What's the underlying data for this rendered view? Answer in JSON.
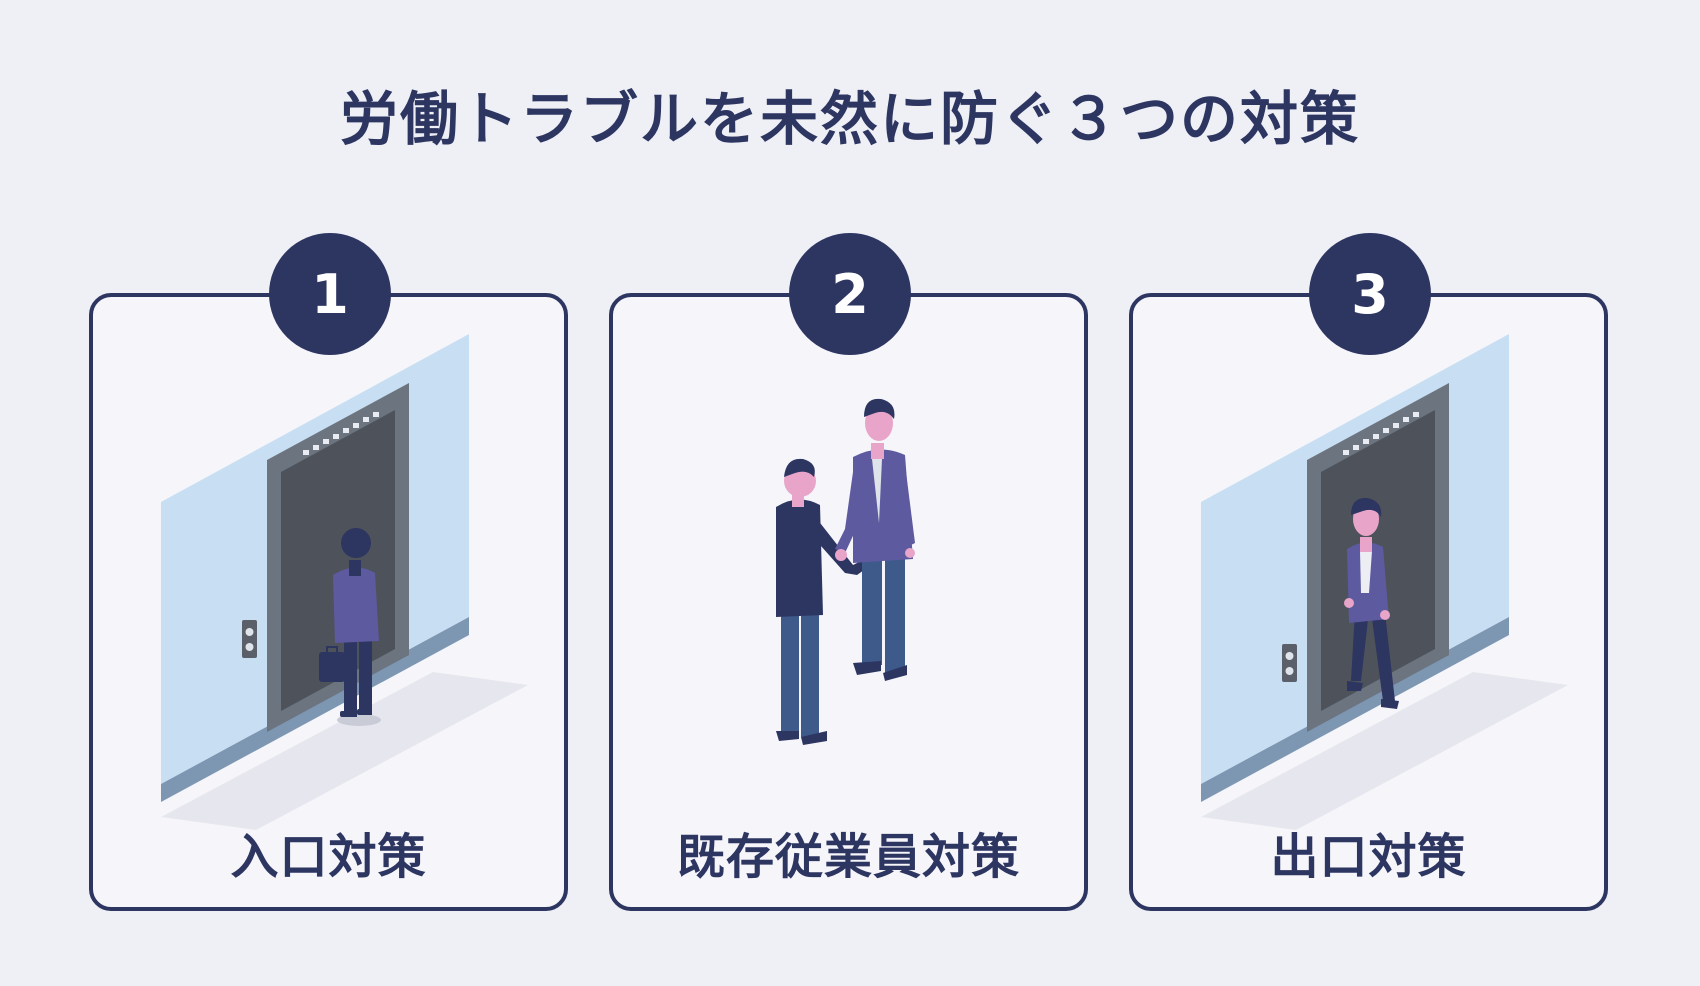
{
  "title": "労働トラブルを未然に防ぐ３つの対策",
  "cards": [
    {
      "number": "1",
      "label": "入口対策",
      "illustration": "person-entering-elevator-icon"
    },
    {
      "number": "2",
      "label": "既存従業員対策",
      "illustration": "handshake-icon"
    },
    {
      "number": "3",
      "label": "出口対策",
      "illustration": "person-leaving-elevator-icon"
    }
  ],
  "colors": {
    "navy": "#2d3561",
    "background": "#eef0f6",
    "card": "#f5f5fa",
    "wall": "#c8def2",
    "suit": "#5d5aa0"
  }
}
